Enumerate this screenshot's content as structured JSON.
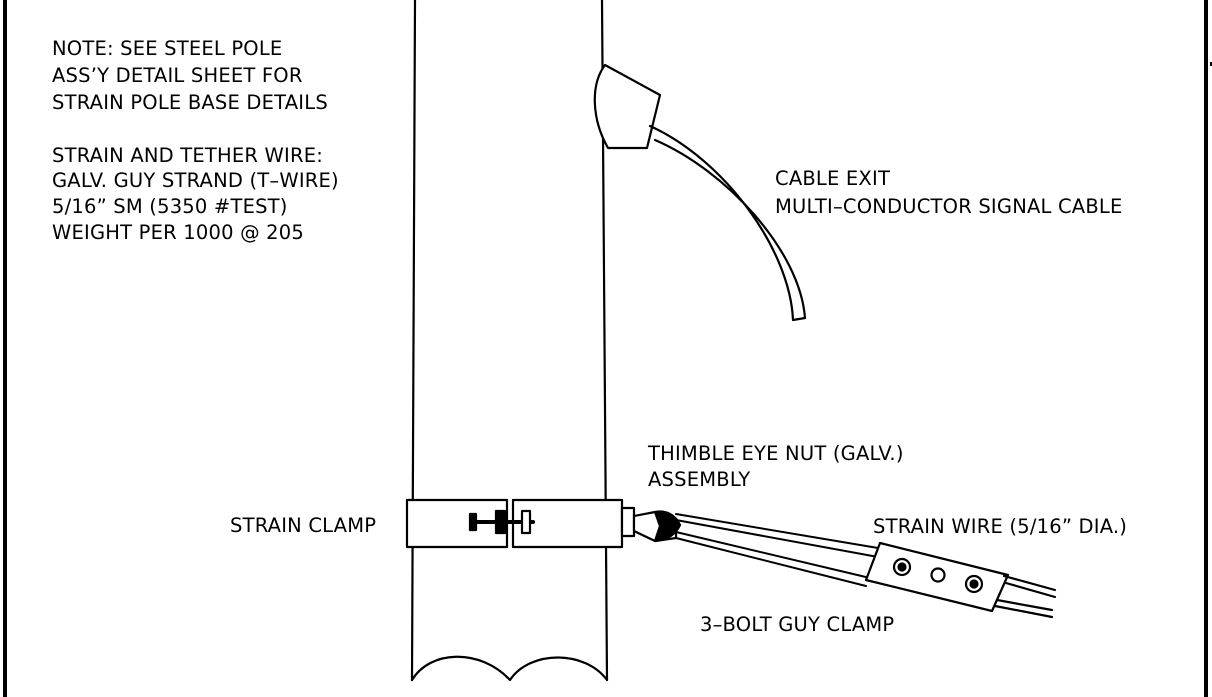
{
  "notes": {
    "base": [
      "NOTE: SEE STEEL POLE",
      "ASS’Y DETAIL SHEET FOR",
      "STRAIN POLE BASE DETAILS"
    ],
    "wire": [
      "STRAIN AND TETHER WIRE:",
      "GALV. GUY STRAND (T–WIRE)",
      "5/16” SM (5350 #TEST)",
      "WEIGHT PER 1000 @ 205"
    ]
  },
  "callouts": {
    "cable_exit": [
      "CABLE EXIT",
      "MULTI–CONDUCTOR SIGNAL CABLE"
    ],
    "thimble": [
      "THIMBLE EYE NUT (GALV.)",
      "ASSEMBLY"
    ],
    "strain_clamp": "STRAIN CLAMP",
    "strain_wire": "STRAIN WIRE (5/16” DIA.)",
    "guy_clamp": "3–BOLT GUY CLAMP"
  }
}
